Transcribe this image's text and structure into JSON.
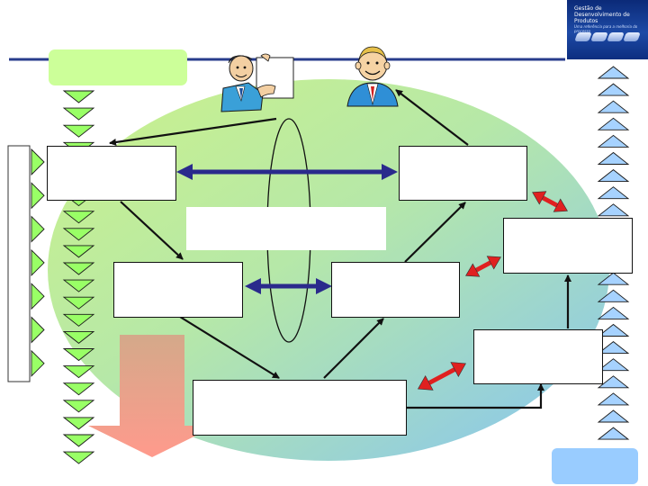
{
  "logo": {
    "line1": "Gestão de",
    "line2": "Desenvolvimento de Produtos",
    "tagline": "Uma referência para a melhoria do processo"
  },
  "colors": {
    "ellipse_top": "#c8f08a",
    "ellipse_bottom": "#8cc8f0",
    "green_tab": "#ccff99",
    "arrow_blue": "#2a2a8c",
    "arrow_red": "#e02020",
    "triangle_green": "#99ff66",
    "triangle_blue": "#a6d2ff",
    "big_arrow": "#f4a58a",
    "corner_box": "#99ccff"
  },
  "icons": [
    "presenter-man-icon",
    "businessman-icon",
    "logo-bars-icon"
  ]
}
